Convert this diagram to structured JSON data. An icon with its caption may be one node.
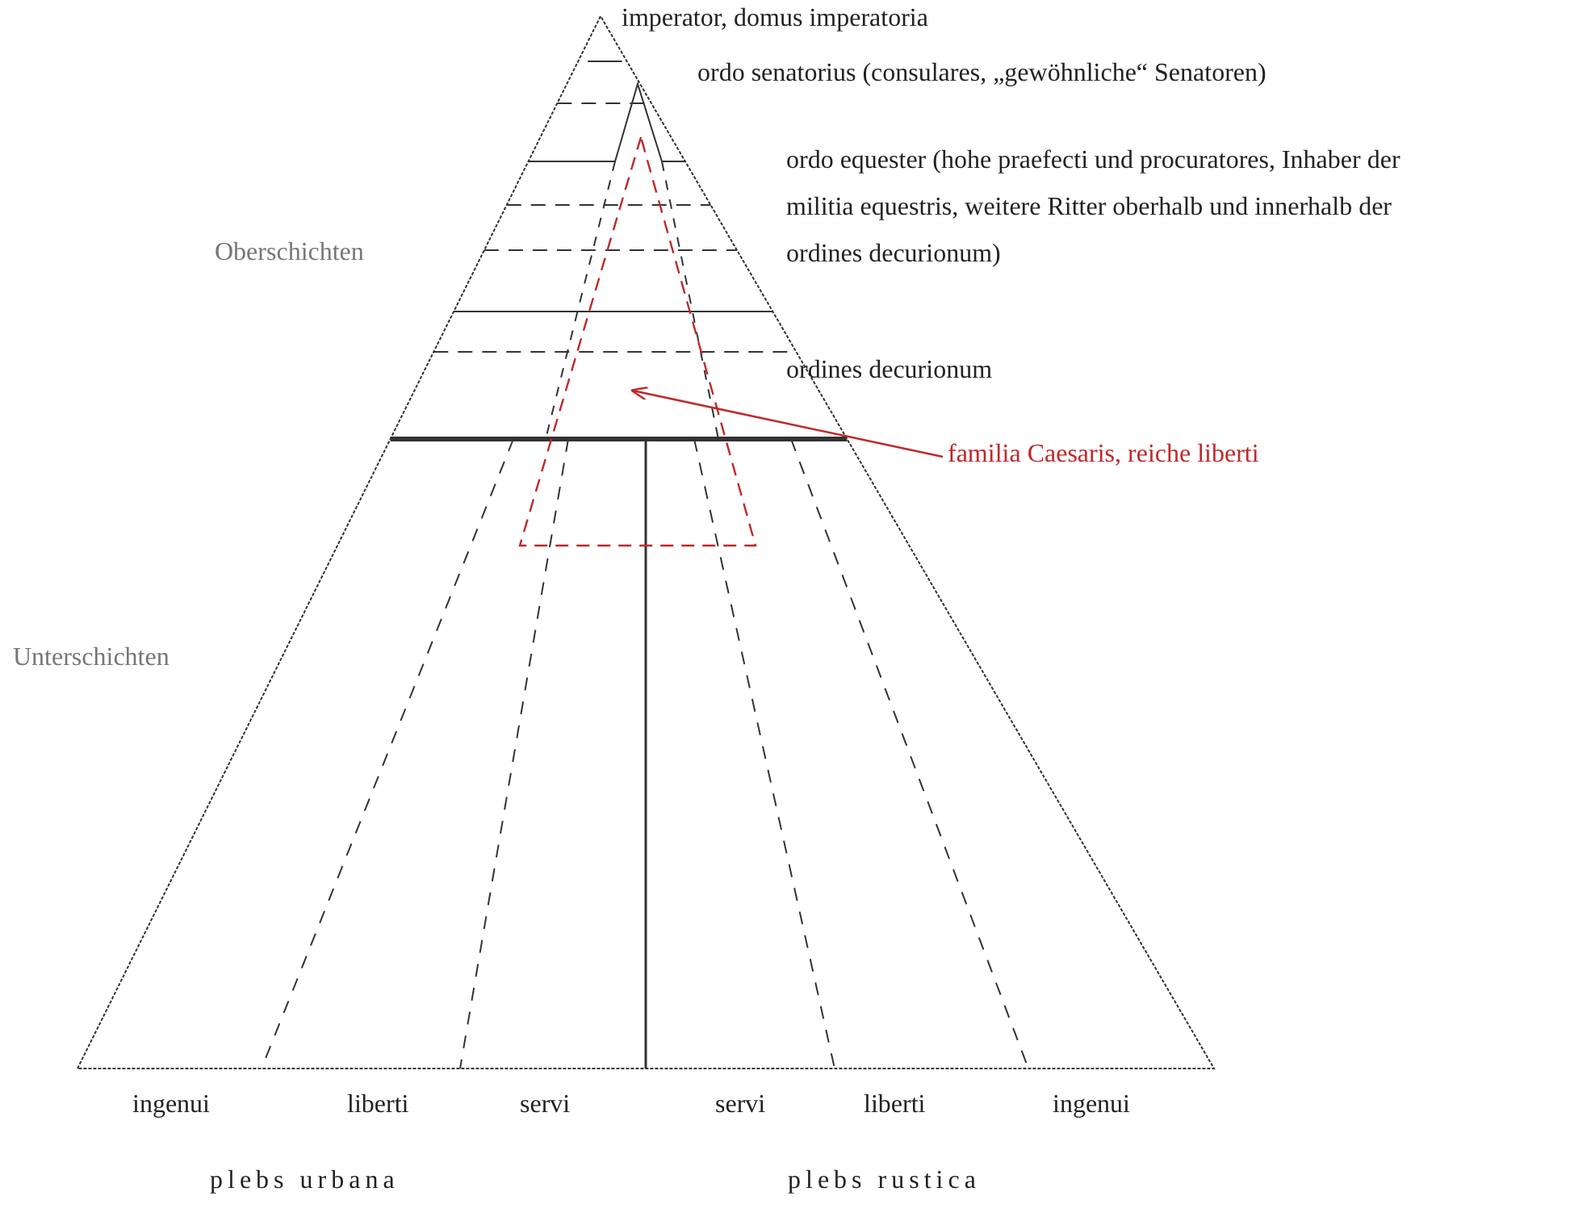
{
  "diagram": {
    "nodes": [
      {
        "text": [
          "familia Caesaris, reiche liberti"
        ]
      },
      {
        "text": [],
        "shape": "triangle"
      }
    ],
    "edges": [
      {
        "from": 0,
        "to": 1,
        "arrow": "to",
        "color": "#c0282a"
      }
    ],
    "labels": [
      "imperator, domus imperatoria",
      "ordo senatorius (consulares, „gewöhnliche“ Senatoren)",
      "Oberschichten",
      "ordo equester (hohe praefecti und procuratores, Inhaber der militia equestris, weitere Ritter oberhalb und innerhalb der ordines decurionum)",
      "ordines decurionum",
      "Unterschichten",
      "ingenui",
      "liberti",
      "servi",
      "servi",
      "liberti",
      "ingenui",
      "plebs urbana",
      "plebs rustica"
    ]
  }
}
